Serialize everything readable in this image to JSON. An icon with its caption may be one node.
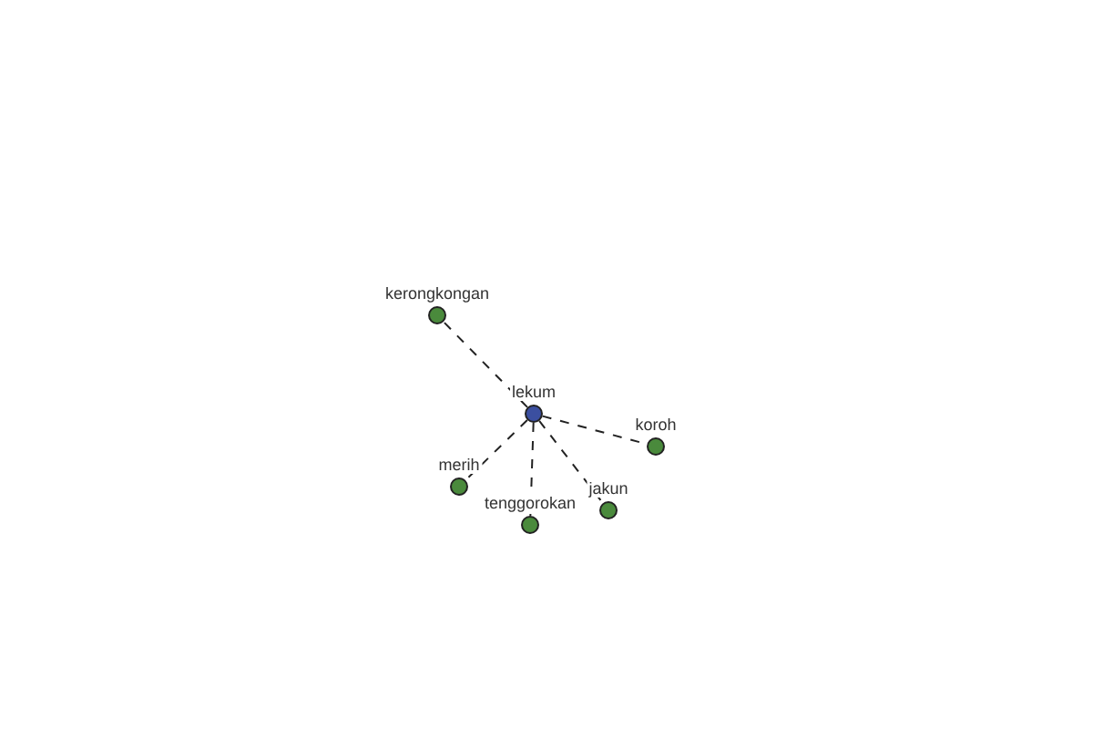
{
  "diagram": {
    "nodes": [
      {
        "text": [],
        "shape": "circle",
        "beside": [
          "lekum"
        ]
      },
      {
        "text": [],
        "shape": "circle",
        "beside": [
          "kerongkongan"
        ]
      },
      {
        "text": [],
        "shape": "circle",
        "beside": [
          "koroh"
        ]
      },
      {
        "text": [],
        "shape": "circle",
        "beside": [
          "merih"
        ]
      },
      {
        "text": [],
        "shape": "circle",
        "beside": [
          "tenggorokan"
        ]
      },
      {
        "text": [],
        "shape": "circle",
        "beside": [
          "jakun"
        ]
      }
    ],
    "edges": [
      {
        "from": 0,
        "to": 1,
        "arrow": "none",
        "style": "dashed"
      },
      {
        "from": 0,
        "to": 2,
        "arrow": "none",
        "style": "dashed"
      },
      {
        "from": 0,
        "to": 3,
        "arrow": "none",
        "style": "dashed"
      },
      {
        "from": 0,
        "to": 4,
        "arrow": "none",
        "style": "dashed"
      },
      {
        "from": 0,
        "to": 5,
        "arrow": "none",
        "style": "dashed"
      }
    ]
  }
}
